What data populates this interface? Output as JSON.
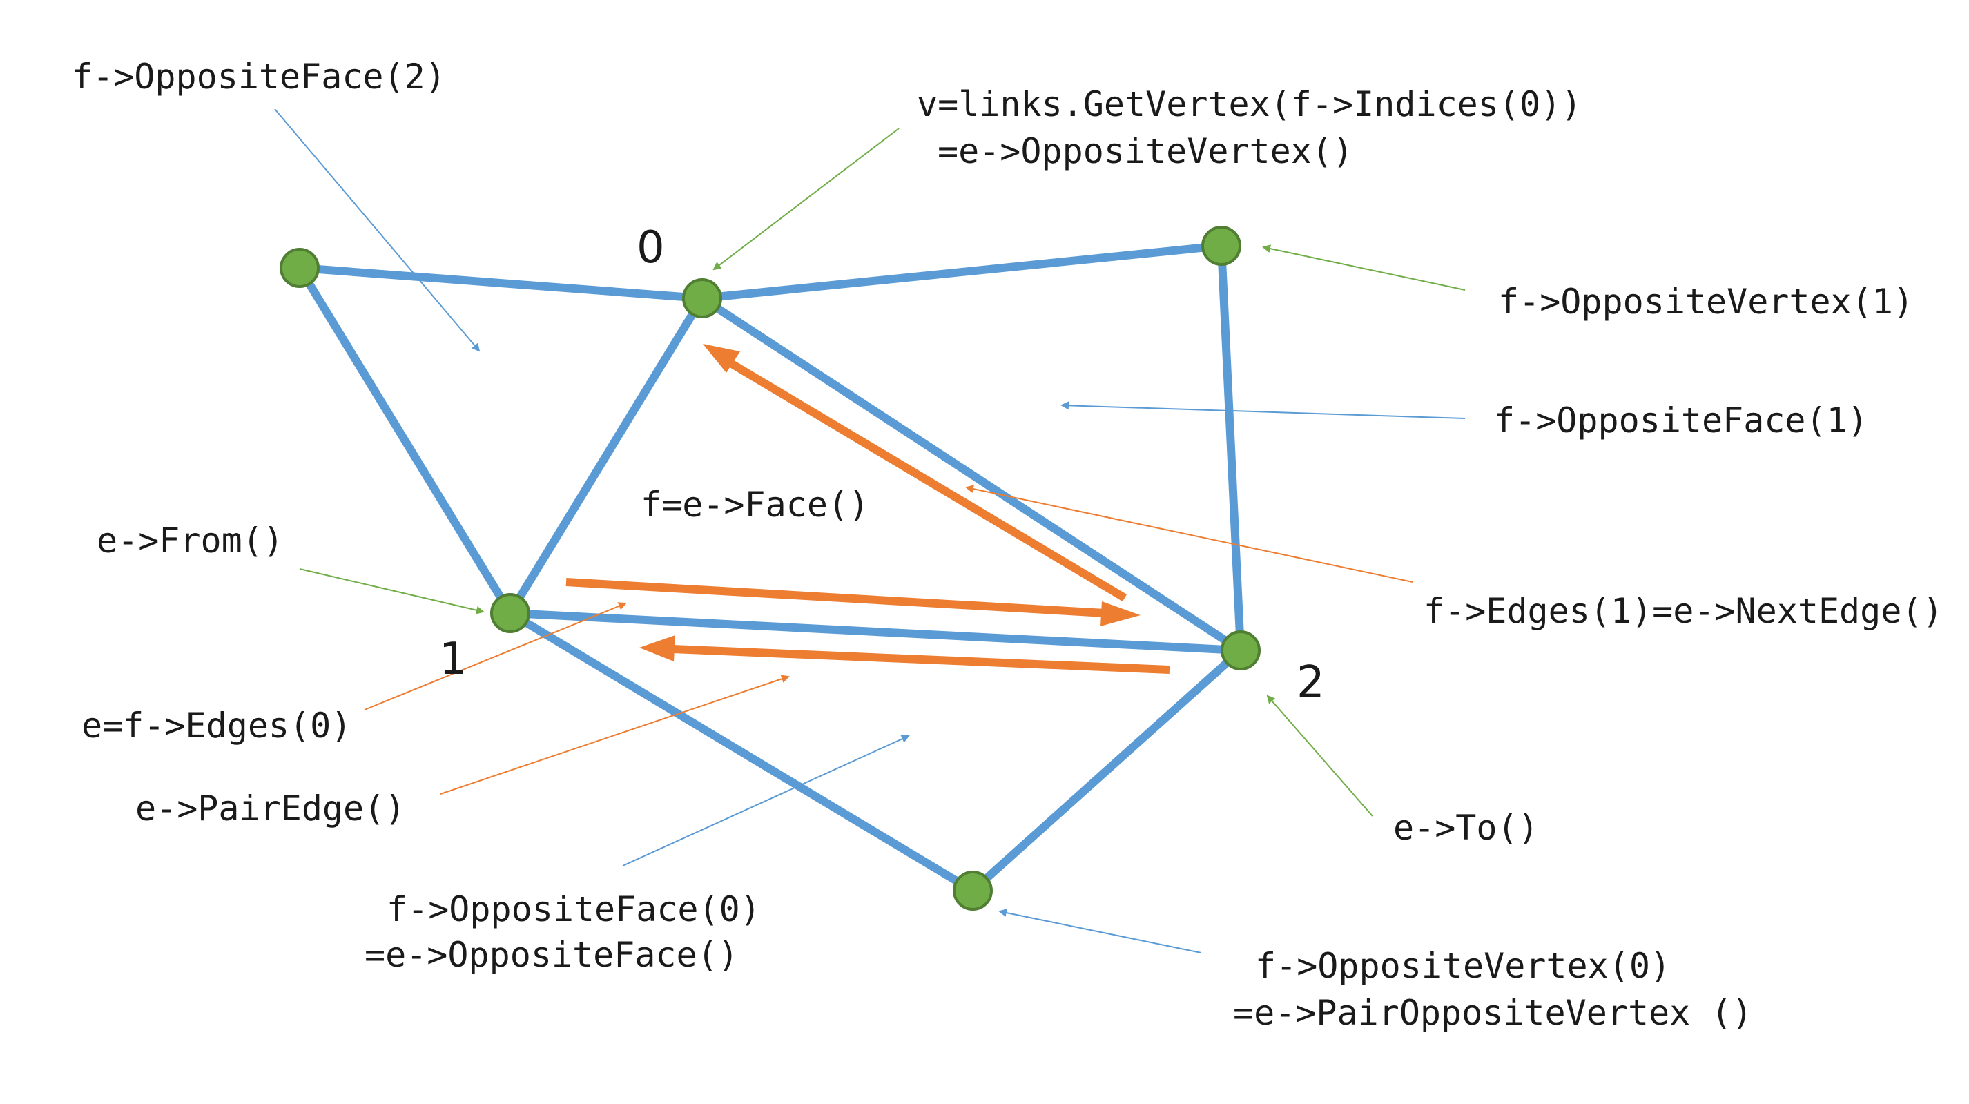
{
  "vertex_indices": {
    "v0": "0",
    "v1": "1",
    "v2": "2"
  },
  "labels": {
    "opposite_face_2": "f->OppositeFace(2)",
    "get_vertex_line1": "v=links.GetVertex(f->Indices(0))",
    "get_vertex_line2": "=e->OppositeVertex()",
    "opposite_vertex_1": "f->OppositeVertex(1)",
    "opposite_face_1": "f->OppositeFace(1)",
    "face": "f=e->Face()",
    "from": "e->From()",
    "next_edge": "f->Edges(1)=e->NextEdge()",
    "edges_0": "e=f->Edges(0)",
    "to": "e->To()",
    "pair_edge": "e->PairEdge()",
    "opposite_face_0_line1": "f->OppositeFace(0)",
    "opposite_face_0_line2": "=e->OppositeFace()",
    "opposite_vertex_0_line1": "f->OppositeVertex(0)",
    "opposite_vertex_0_line2": "=e->PairOppositeVertex ()"
  },
  "colors": {
    "mesh_edge": "#5b9bd5",
    "vertex": "#70ad47",
    "half_edge": "#ed7d31",
    "text": "#1a1a1a"
  }
}
